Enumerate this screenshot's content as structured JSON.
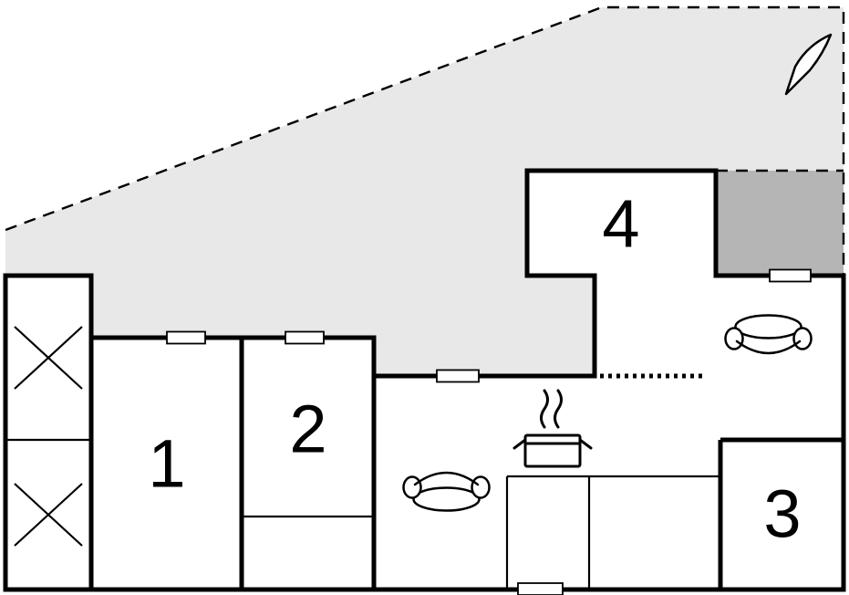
{
  "colors": {
    "background": "#ffffff",
    "terrace": "#e8e8e8",
    "shaded_area": "#b5b5b5",
    "wall": "#000000"
  },
  "rooms": [
    {
      "label": "1"
    },
    {
      "label": "2"
    },
    {
      "label": "3"
    },
    {
      "label": "4"
    }
  ],
  "icons": {
    "north_arrow": "north-arrow-icon",
    "sofa": "sofa-icon",
    "stove": "stove-pot-icon",
    "steam": "steam-icon",
    "window": "window-marker",
    "storage_cross": "x-brace-icon"
  }
}
